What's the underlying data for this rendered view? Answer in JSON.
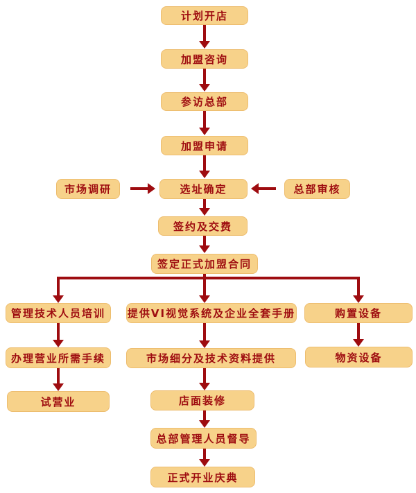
{
  "nodes": {
    "plan_store": "计划开店",
    "franchise_inquiry": "加盟咨询",
    "visit_hq": "参访总部",
    "franchise_apply": "加盟申请",
    "market_research": "市场调研",
    "site_confirm": "选址确定",
    "hq_review": "总部审核",
    "sign_pay": "签约及交费",
    "formal_contract": "签定正式加盟合同",
    "training": "管理技术人员培训",
    "vi_system": "提供VI视觉系统及企业全套手册",
    "purchase_equipment": "购置设备",
    "business_procedures": "办理营业所需手续",
    "market_segmentation": "市场细分及技术资料提供",
    "material_equipment": "物资设备",
    "trial_operation": "试营业",
    "store_decoration": "店面装修",
    "hq_supervision": "总部管理人员督导",
    "opening_ceremony": "正式开业庆典"
  },
  "colors": {
    "background": "#FFFFFF",
    "box_fill": "#F7D28A",
    "box_border": "#EDBD6F",
    "text": "#9E0C10",
    "arrow": "#9E0C10"
  }
}
